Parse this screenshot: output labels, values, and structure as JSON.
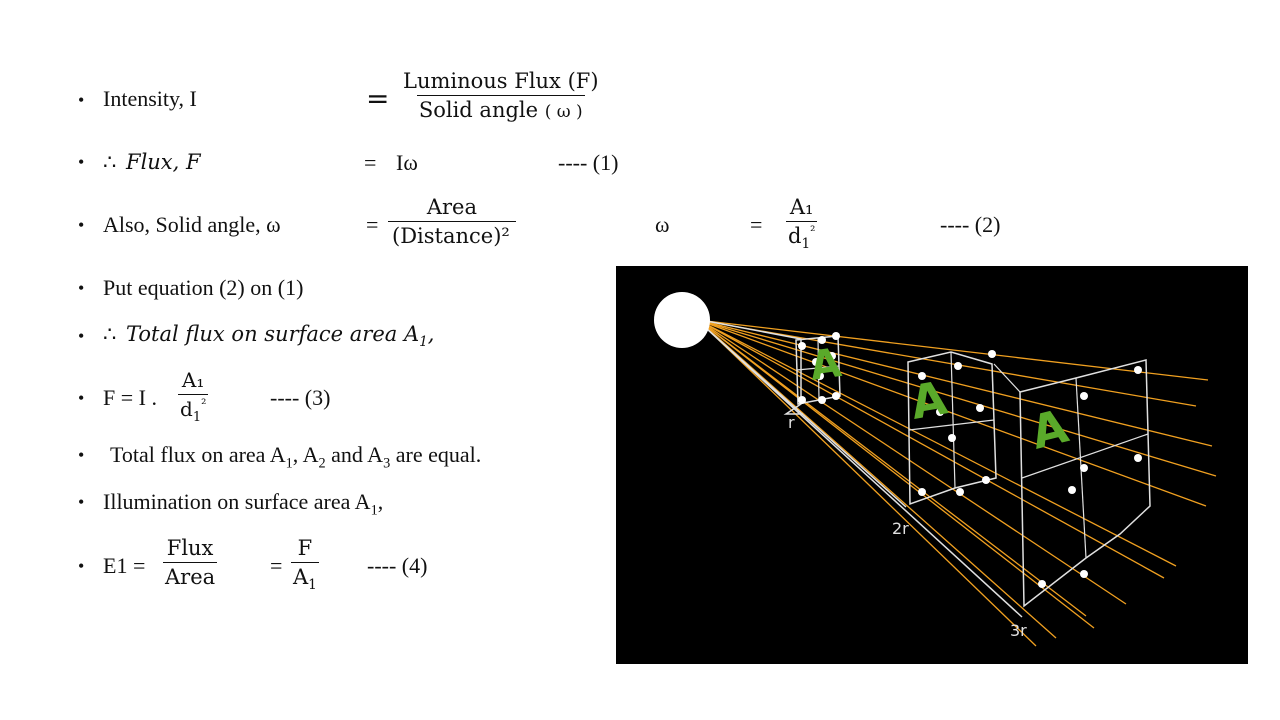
{
  "slide": {
    "line1": {
      "label": "Intensity, I",
      "eq": "=",
      "num": "Luminous Flux (F)",
      "den_a": "Solid angle",
      "den_b": "( ω )"
    },
    "line2": {
      "therefore": "∴",
      "label": "Flux, F",
      "eq": "=",
      "rhs": "Iω",
      "tag": "---- (1)"
    },
    "line3": {
      "label": "Also, Solid angle, ω",
      "eq": "=",
      "num": "Area",
      "den": "(Distance)²",
      "omega": "ω",
      "eq2": "=",
      "num2": "A₁",
      "den2_base": "d",
      "den2_sub": "1",
      "den2_sup": "²",
      "tag": "---- (2)"
    },
    "line4": {
      "text": "Put equation (2) on (1)"
    },
    "line5": {
      "therefore": "∴",
      "text": "Total flux on surface area A",
      "sub": "1",
      "comma": ","
    },
    "line6": {
      "label": "F = I .",
      "num": "A₁",
      "den_base": "d",
      "den_sub": "1",
      "den_sup": "²",
      "tag": "---- (3)"
    },
    "line7": {
      "t1": "Total flux on area A",
      "s1": "1",
      "t2": ", A",
      "s2": "2",
      "t3": " and A",
      "s3": "3",
      "t4": " are equal."
    },
    "line8": {
      "text": "Illumination on surface area A",
      "sub": "1",
      "comma": ","
    },
    "line9": {
      "label": "E1 =",
      "num": "Flux",
      "den": "Area",
      "eq": "=",
      "num2": "F",
      "den2_base": "A",
      "den2_sub": "1",
      "tag": "---- (4)"
    }
  },
  "diagram": {
    "label_r": "r",
    "label_2r": "2r",
    "label_3r": "3r",
    "letter": "A",
    "colors": {
      "background": "#000000",
      "rays": "#f0a020",
      "grid": "#e0e0e0",
      "letter": "#5aaa2a",
      "source": "#ffffff"
    }
  }
}
